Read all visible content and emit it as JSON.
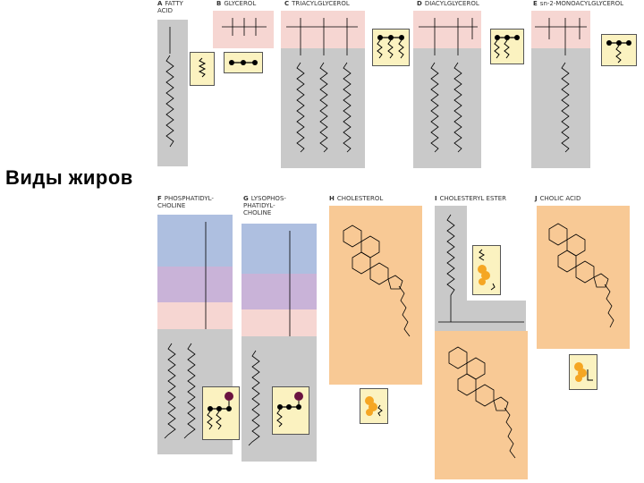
{
  "slide": {
    "title": "Виды жиров"
  },
  "panels": [
    {
      "letter": "A",
      "name": "FATTY\nACID"
    },
    {
      "letter": "B",
      "name": "GLYCEROL"
    },
    {
      "letter": "C",
      "name": "TRIACYLGLYCEROL"
    },
    {
      "letter": "D",
      "name": "DIACYLGLYCEROL"
    },
    {
      "letter": "E",
      "name": "sn-2-MONOACYLGLYCEROL"
    },
    {
      "letter": "F",
      "name": "PHOSPHATIDYL-\nCHOLINE"
    },
    {
      "letter": "G",
      "name": "LYSOPHOS-\nPHATIDYL-\nCHOLINE"
    },
    {
      "letter": "H",
      "name": "CHOLESTEROL"
    },
    {
      "letter": "I",
      "name": "CHOLESTERYL ESTER"
    },
    {
      "letter": "J",
      "name": "CHOLIC ACID"
    }
  ],
  "colors": {
    "hydrocarbon": "#c9c9c9",
    "glycerol": "#f6d6d2",
    "choline": "#aebfe0",
    "phosphate": "#c9b3d8",
    "sterol": "#f8c995",
    "icon_card": "#fbf2c0"
  }
}
